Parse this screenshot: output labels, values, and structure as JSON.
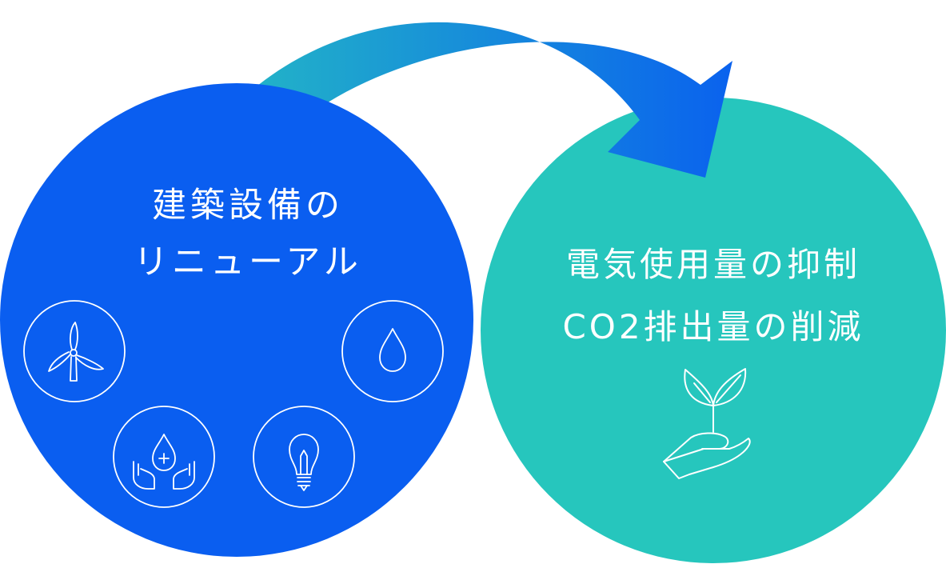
{
  "diagram": {
    "left_circle": {
      "title_lines": [
        "建築設備の",
        "リニューアル"
      ],
      "icons": [
        "wind-turbine-icon",
        "water-drop-icon",
        "hands-water-icon",
        "light-bulb-icon"
      ]
    },
    "right_circle": {
      "title_lines": [
        "電気使用量の抑制",
        "CO2排出量の削減"
      ],
      "icon": "sprout-in-hand-icon"
    },
    "colors": {
      "left_circle": "#0a5ef0",
      "right_circle": "#26c6bd",
      "arrow_start": "#22b2c8",
      "arrow_end": "#0a62ee",
      "icon_stroke": "#ffffff"
    }
  }
}
